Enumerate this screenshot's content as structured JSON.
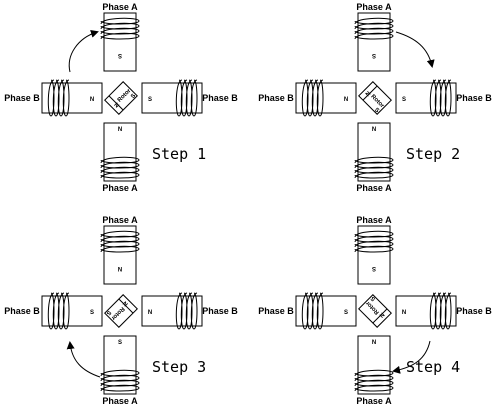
{
  "diagram": {
    "panels": [
      {
        "step_label": "Step 1",
        "phase_labels": {
          "top": "Phase A",
          "bottom": "Phase A",
          "left": "Phase B",
          "right": "Phase B"
        },
        "pole_labels": {
          "top": "S",
          "bottom": "N",
          "left": "N",
          "right": "S"
        },
        "rotor": {
          "label": "Rotor",
          "north": "N",
          "south": "S",
          "angle": -45
        },
        "arrow": {
          "position": "upper-left",
          "direction": "clockwise"
        }
      },
      {
        "step_label": "Step 2",
        "phase_labels": {
          "top": "Phase A",
          "bottom": "Phase A",
          "left": "Phase B",
          "right": "Phase B"
        },
        "pole_labels": {
          "top": "S",
          "bottom": "N",
          "left": "N",
          "right": "S"
        },
        "rotor": {
          "label": "Rotor",
          "north": "N",
          "south": "S",
          "angle": 45
        },
        "arrow": {
          "position": "upper-right",
          "direction": "clockwise"
        }
      },
      {
        "step_label": "Step 3",
        "phase_labels": {
          "top": "Phase A",
          "bottom": "Phase A",
          "left": "Phase B",
          "right": "Phase B"
        },
        "pole_labels": {
          "top": "N",
          "bottom": "S",
          "left": "S",
          "right": "N"
        },
        "rotor": {
          "label": "Rotor",
          "north": "N",
          "south": "S",
          "angle": 135
        },
        "arrow": {
          "position": "lower-left",
          "direction": "clockwise"
        }
      },
      {
        "step_label": "Step 4",
        "phase_labels": {
          "top": "Phase A",
          "bottom": "Phase A",
          "left": "Phase B",
          "right": "Phase B"
        },
        "pole_labels": {
          "top": "S",
          "bottom": "N",
          "left": "S",
          "right": "N"
        },
        "rotor": {
          "label": "Rotor",
          "north": "N",
          "south": "S",
          "angle": -135
        },
        "arrow": {
          "position": "lower-right",
          "direction": "clockwise"
        }
      }
    ]
  }
}
